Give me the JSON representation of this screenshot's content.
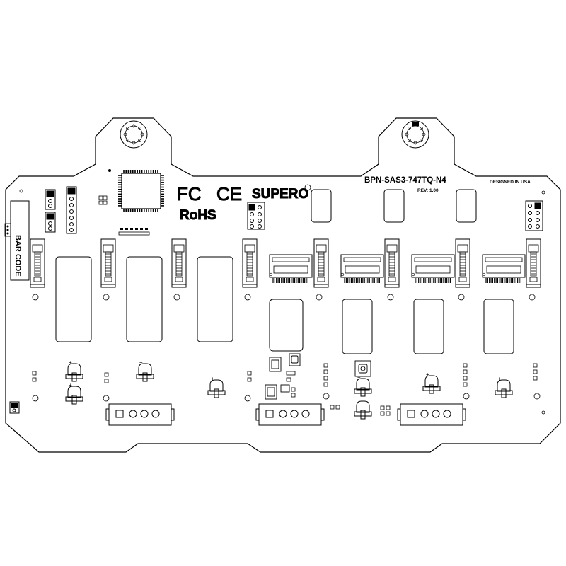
{
  "board": {
    "model": "BPN-SAS3-747TQ-N4",
    "revision": "REV:  1.00",
    "origin": "DESIGNED IN USA",
    "brand": "SUPERO",
    "barcode_label": "BAR CODE",
    "compliance": {
      "fcc": "FC",
      "ce": "CE",
      "rohs": "RoHS"
    }
  },
  "components": {
    "drive_connectors": 8,
    "nvme_connectors": 4,
    "power_connectors": 3,
    "fan_headers": 7,
    "mounting_holes": 2
  },
  "colors": {
    "outline": "#000000",
    "background": "#ffffff"
  }
}
